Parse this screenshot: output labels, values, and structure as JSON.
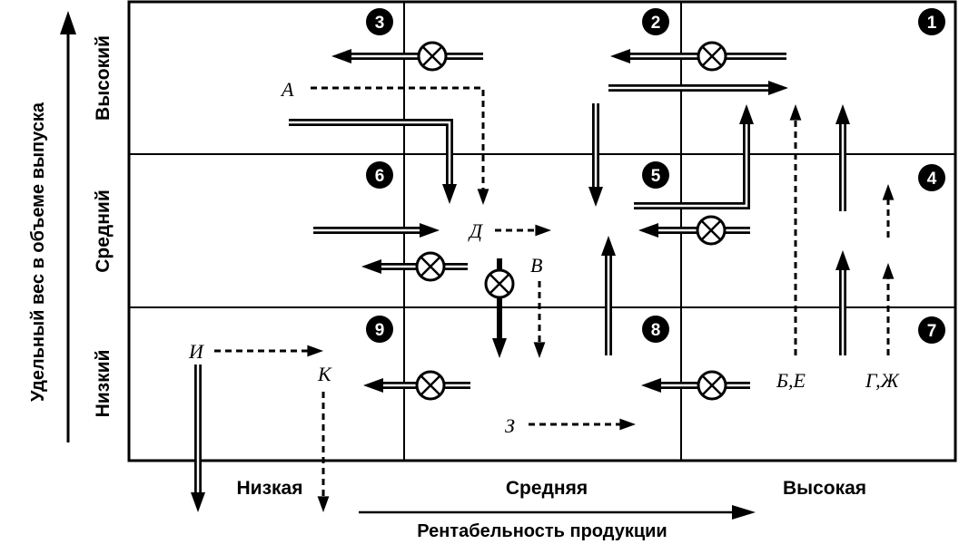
{
  "axes": {
    "x_title": "Рентабельность продукции",
    "y_title": "Удельный вес в объеме выпуска",
    "columns": [
      "Низкая",
      "Средняя",
      "Высокая"
    ],
    "rows": [
      "Высокий",
      "Средний",
      "Низкий"
    ]
  },
  "cells": [
    {
      "number": "3"
    },
    {
      "number": "2"
    },
    {
      "number": "1"
    },
    {
      "number": "6"
    },
    {
      "number": "5"
    },
    {
      "number": "4"
    },
    {
      "number": "9"
    },
    {
      "number": "8"
    },
    {
      "number": "7"
    }
  ],
  "labels": {
    "a": "А",
    "d": "Д",
    "v": "В",
    "i": "И",
    "k": "К",
    "z": "З",
    "be": "Б,Е",
    "gzh": "Г,Ж"
  }
}
